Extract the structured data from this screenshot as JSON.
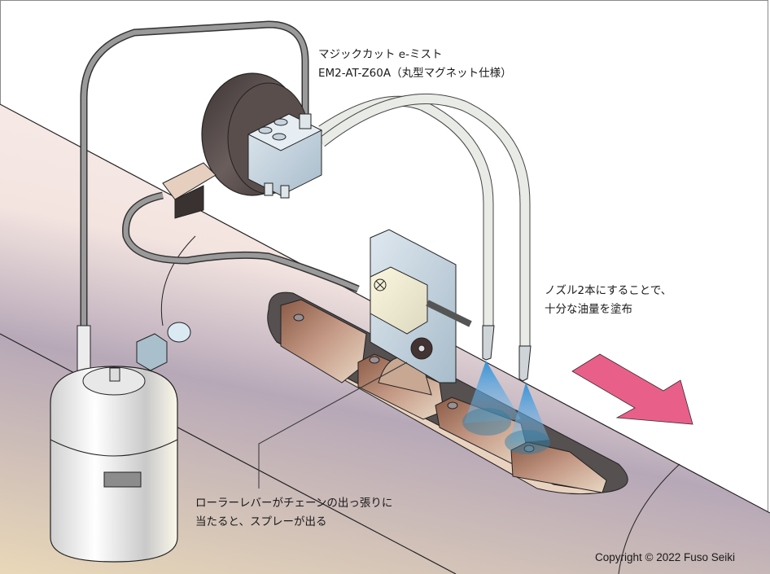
{
  "diagram": {
    "title": {
      "line1": "マジックカット e-ミスト",
      "line2": "EM2-AT-Z60A（丸型マグネット仕様）"
    },
    "callouts": {
      "nozzle": {
        "line1": "ノズル2本にすることで、",
        "line2": "十分な油量を塗布"
      },
      "lever": {
        "line1": "ローラーレバーがチェーンの出っ張りに",
        "line2": "当たると、スプレーが出る"
      }
    },
    "copyright": "Copyright © 2022 Fuso Seiki",
    "components": [
      "oil-tank",
      "magnet-base",
      "valve-block",
      "flexible-nozzle",
      "roller-lever-valve",
      "air-tube",
      "chain-conveyor",
      "flow-direction-arrow"
    ],
    "colors": {
      "arrow": "#e8608a",
      "spray": "#3a9ad8",
      "pipe": "#e9dcd8",
      "magnet": "#5a5050",
      "tube": "#8e8e8e",
      "block": "#c3d3de"
    }
  }
}
